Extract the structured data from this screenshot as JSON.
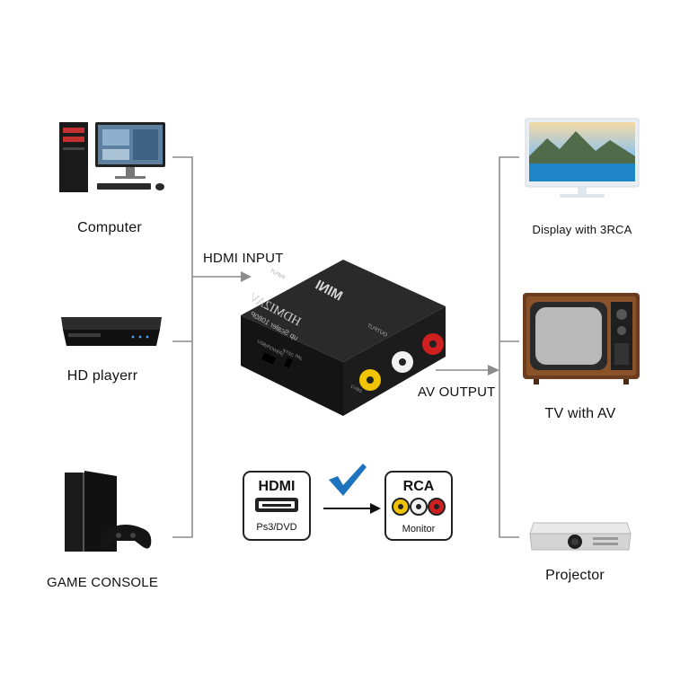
{
  "sources": [
    {
      "label": "Computer"
    },
    {
      "label": "HD playerr"
    },
    {
      "label": "GAME CONSOLE"
    }
  ],
  "outputs": [
    {
      "label": "Display with 3RCA"
    },
    {
      "label": "TV with AV"
    },
    {
      "label": "Projector"
    }
  ],
  "connections": {
    "input_label": "HDMI INPUT",
    "output_label": "AV OUTPUT"
  },
  "device": {
    "brand": "MINI",
    "model": "HDMI2AV",
    "subtitle": "up Scaler 1080P",
    "input_port": "INPUT",
    "output_port": "OUTPUT",
    "side_labels": [
      "USB(POWER)",
      "NTSC",
      "PAL"
    ],
    "cvbs_label": "CVBS"
  },
  "badges": {
    "hdmi": {
      "title": "HDMI",
      "caption": "Ps3/DVD"
    },
    "rca": {
      "title": "RCA",
      "caption": "Monitor"
    }
  },
  "colors": {
    "line": "#8c8c8c",
    "device_body": "#1f1f1f",
    "rca_yellow": "#f2c400",
    "rca_white": "#f1f1f1",
    "rca_red": "#d01f1f",
    "check": "#1e73be"
  }
}
